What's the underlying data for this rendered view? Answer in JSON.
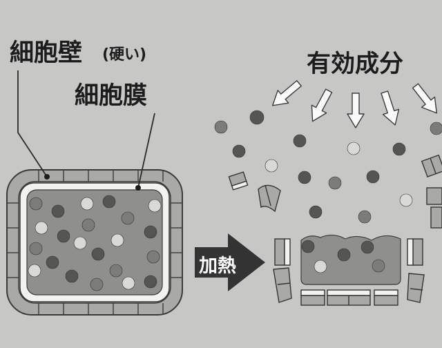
{
  "labels": {
    "cell_wall": "細胞壁",
    "cell_wall_note": "(硬い)",
    "cell_membrane": "細胞膜",
    "active_ingredients": "有効成分",
    "heating": "加熱"
  },
  "colors": {
    "background": "#c7c7c5",
    "wall": "#a9a9a7",
    "membrane": "#f2f2ef",
    "cytoplasm": "#8f8f8d",
    "dark_particle": "#555554",
    "medium_particle": "#7c7c7a",
    "light_particle": "#d9d9d6",
    "text": "#1c1c1c"
  }
}
